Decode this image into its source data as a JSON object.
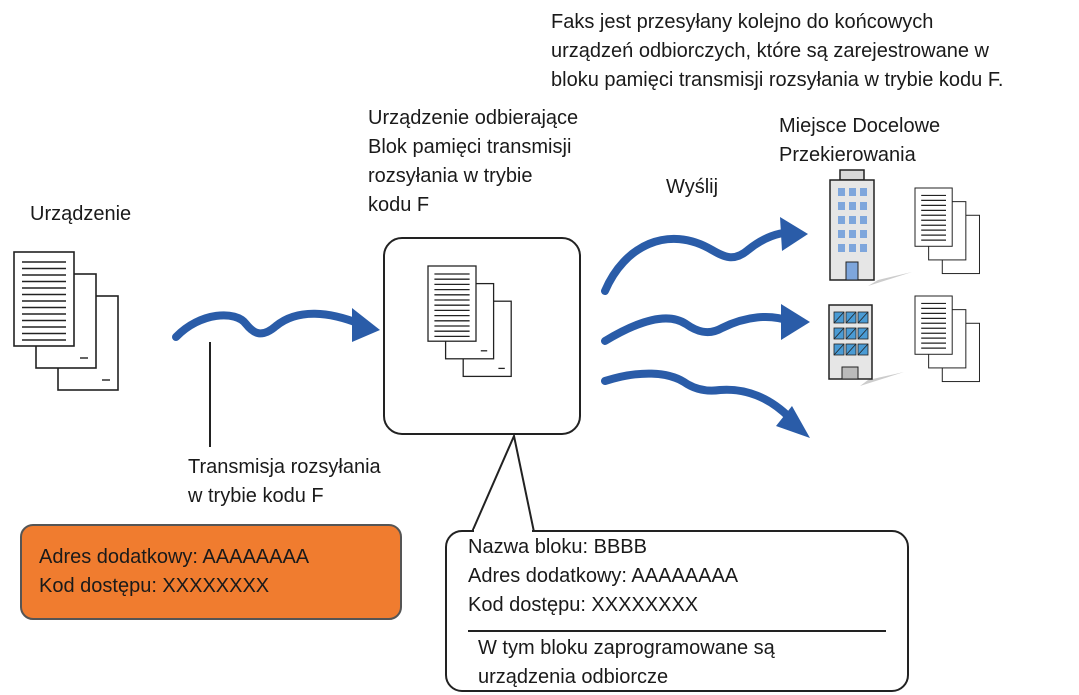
{
  "labels": {
    "header": [
      "Faks jest przesyłany kolejno do końcowych",
      "urządzeń odbiorczych, które są zarejestrowane w",
      "bloku pamięci transmisji rozsyłania w trybie kodu F."
    ],
    "source_device": "Urządzenie",
    "receiving_device": [
      "Urządzenie odbierające",
      "Blok pamięci transmisji",
      "rozsyłania w trybie",
      "kodu F"
    ],
    "send": "Wyślij",
    "forward_destination": [
      "Miejsce Docelowe",
      "Przekierowania"
    ],
    "transmission": [
      "Transmisja rozsyłania",
      "w trybie kodu F"
    ]
  },
  "sender_info": {
    "subaddress": "Adres dodatkowy: AAAAAAAA",
    "passcode": "Kod dostępu: XXXXXXXX"
  },
  "block_info": {
    "block_name": "Nazwa bloku: BBBB",
    "subaddress": "Adres dodatkowy: AAAAAAAA",
    "passcode": "Kod dostępu: XXXXXXXX",
    "note": [
      "W tym bloku zaprogramowane są",
      "urządzenia odbiorcze"
    ]
  },
  "colors": {
    "arrow": "#2a5ca8",
    "sender_box": "#f07c2f",
    "building_blue": "#7ea6dc",
    "building_teal": "#4a9bd4"
  }
}
